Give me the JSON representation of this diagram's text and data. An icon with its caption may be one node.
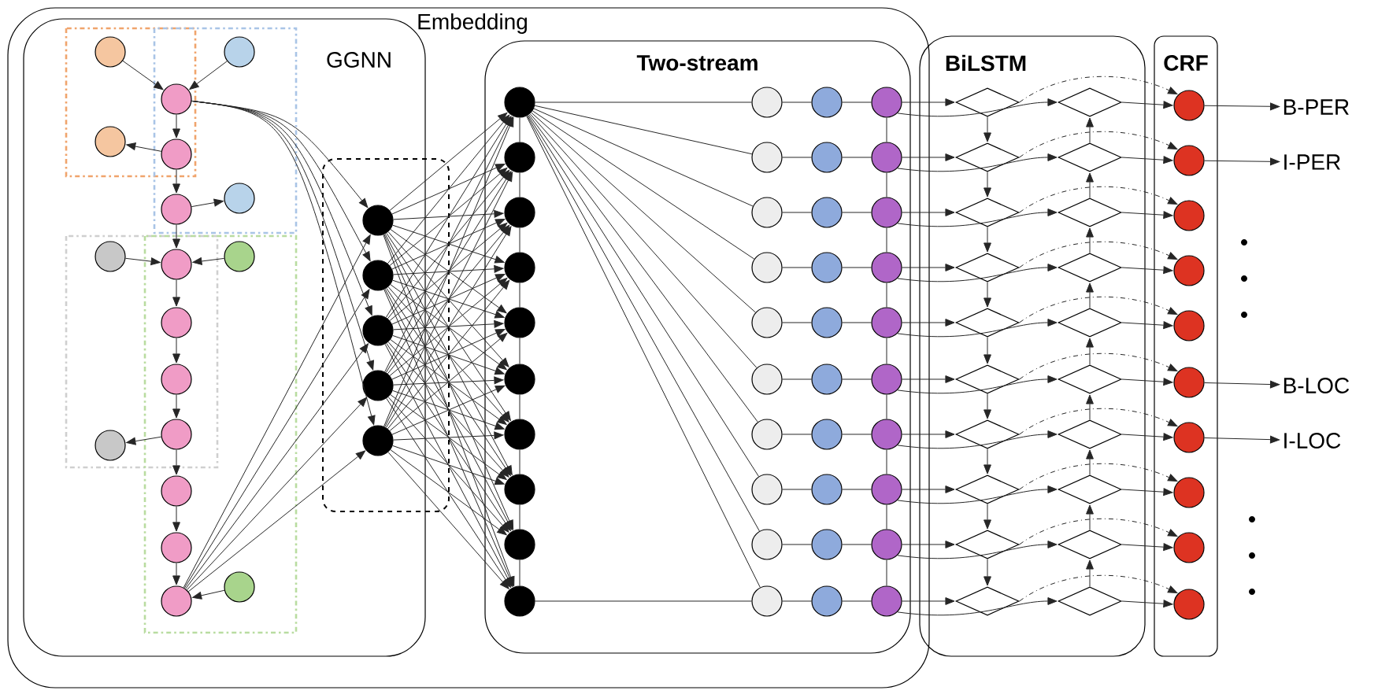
{
  "diagram": {
    "nodes": [
      {
        "text": [
          "Embedding"
        ]
      },
      {
        "text": [
          "GGNN"
        ],
        "in": 0
      },
      {
        "text": [
          "Two-stream"
        ],
        "in": 0
      },
      {
        "text": [
          "BiLSTM"
        ]
      },
      {
        "text": [
          "CRF"
        ]
      },
      {
        "text": [],
        "shape": "box",
        "in": 0
      },
      {
        "text": [],
        "shape": "circle",
        "in": 1
      },
      {
        "text": [],
        "shape": "circle",
        "in": 1
      },
      {
        "text": [],
        "shape": "circle",
        "in": 1
      },
      {
        "text": [],
        "shape": "circle",
        "in": 1
      },
      {
        "text": [],
        "shape": "circle",
        "in": 1
      },
      {
        "text": [],
        "shape": "circle",
        "in": 1
      },
      {
        "text": [],
        "shape": "circle",
        "in": 1
      },
      {
        "text": [],
        "shape": "circle",
        "in": 1
      },
      {
        "text": [],
        "shape": "circle",
        "in": 1
      },
      {
        "text": [],
        "shape": "circle",
        "in": 1
      },
      {
        "text": [],
        "shape": "circle",
        "in": 1
      },
      {
        "text": [],
        "shape": "circle",
        "in": 1
      },
      {
        "text": [],
        "shape": "circle",
        "in": 1
      },
      {
        "text": [],
        "shape": "circle",
        "in": 1
      },
      {
        "text": [],
        "shape": "circle",
        "in": 1
      },
      {
        "text": [],
        "shape": "circle",
        "in": 1
      },
      {
        "text": [],
        "shape": "circle",
        "in": 1
      },
      {
        "text": [],
        "shape": "circle",
        "in": 1
      },
      {
        "text": [],
        "shape": "circle",
        "in": 5
      },
      {
        "text": [],
        "shape": "circle",
        "in": 5
      },
      {
        "text": [],
        "shape": "circle",
        "in": 5
      },
      {
        "text": [],
        "shape": "circle",
        "in": 5
      },
      {
        "text": [],
        "shape": "circle",
        "in": 5
      },
      {
        "text": [],
        "shape": "circle",
        "in": 2
      },
      {
        "text": [],
        "shape": "circle",
        "in": 2
      },
      {
        "text": [],
        "shape": "circle",
        "in": 2
      },
      {
        "text": [],
        "shape": "circle",
        "in": 2
      },
      {
        "text": [],
        "shape": "circle",
        "in": 2
      },
      {
        "text": [],
        "shape": "circle",
        "in": 2
      },
      {
        "text": [],
        "shape": "circle",
        "in": 2
      },
      {
        "text": [],
        "shape": "circle",
        "in": 2
      },
      {
        "text": [],
        "shape": "circle",
        "in": 2
      },
      {
        "text": [],
        "shape": "circle",
        "in": 2
      },
      {
        "text": [],
        "shape": "circle",
        "in": 2
      },
      {
        "text": [],
        "shape": "circle",
        "in": 2
      },
      {
        "text": [],
        "shape": "circle",
        "in": 2
      },
      {
        "text": [],
        "shape": "circle",
        "in": 2
      },
      {
        "text": [],
        "shape": "circle",
        "in": 2
      },
      {
        "text": [],
        "shape": "circle",
        "in": 2
      },
      {
        "text": [],
        "shape": "circle",
        "in": 2
      },
      {
        "text": [],
        "shape": "circle",
        "in": 2
      },
      {
        "text": [],
        "shape": "circle",
        "in": 2
      },
      {
        "text": [],
        "shape": "circle",
        "in": 2
      },
      {
        "text": [],
        "shape": "circle",
        "in": 2
      },
      {
        "text": [],
        "shape": "circle",
        "in": 2
      },
      {
        "text": [],
        "shape": "circle",
        "in": 2
      },
      {
        "text": [],
        "shape": "circle",
        "in": 2
      },
      {
        "text": [],
        "shape": "circle",
        "in": 2
      },
      {
        "text": [],
        "shape": "circle",
        "in": 2
      },
      {
        "text": [],
        "shape": "circle",
        "in": 2
      },
      {
        "text": [],
        "shape": "circle",
        "in": 2
      },
      {
        "text": [],
        "shape": "circle",
        "in": 2
      },
      {
        "text": [],
        "shape": "circle",
        "in": 2
      },
      {
        "text": [],
        "shape": "circle",
        "in": 2
      },
      {
        "text": [],
        "shape": "circle",
        "in": 2
      },
      {
        "text": [],
        "shape": "circle",
        "in": 2
      },
      {
        "text": [],
        "shape": "circle",
        "in": 2
      },
      {
        "text": [],
        "shape": "circle",
        "in": 2
      },
      {
        "text": [],
        "shape": "circle",
        "in": 2
      },
      {
        "text": [],
        "shape": "circle",
        "in": 2
      },
      {
        "text": [],
        "shape": "circle",
        "in": 2
      },
      {
        "text": [],
        "shape": "circle",
        "in": 2
      },
      {
        "text": [],
        "shape": "circle",
        "in": 2
      },
      {
        "text": [],
        "shape": "diamond",
        "in": 3
      },
      {
        "text": [],
        "shape": "diamond",
        "in": 3
      },
      {
        "text": [],
        "shape": "diamond",
        "in": 3
      },
      {
        "text": [],
        "shape": "diamond",
        "in": 3
      },
      {
        "text": [],
        "shape": "diamond",
        "in": 3
      },
      {
        "text": [],
        "shape": "diamond",
        "in": 3
      },
      {
        "text": [],
        "shape": "diamond",
        "in": 3
      },
      {
        "text": [],
        "shape": "diamond",
        "in": 3
      },
      {
        "text": [],
        "shape": "diamond",
        "in": 3
      },
      {
        "text": [],
        "shape": "diamond",
        "in": 3
      },
      {
        "text": [],
        "shape": "diamond",
        "in": 3
      },
      {
        "text": [],
        "shape": "diamond",
        "in": 3
      },
      {
        "text": [],
        "shape": "diamond",
        "in": 3
      },
      {
        "text": [],
        "shape": "diamond",
        "in": 3
      },
      {
        "text": [],
        "shape": "diamond",
        "in": 3
      },
      {
        "text": [],
        "shape": "diamond",
        "in": 3
      },
      {
        "text": [],
        "shape": "diamond",
        "in": 3
      },
      {
        "text": [],
        "shape": "diamond",
        "in": 3
      },
      {
        "text": [],
        "shape": "diamond",
        "in": 3
      },
      {
        "text": [],
        "shape": "diamond",
        "in": 3
      },
      {
        "text": [],
        "shape": "circle",
        "in": 4
      },
      {
        "text": [],
        "shape": "circle",
        "in": 4
      },
      {
        "text": [],
        "shape": "circle",
        "in": 4
      },
      {
        "text": [],
        "shape": "circle",
        "in": 4
      },
      {
        "text": [],
        "shape": "circle",
        "in": 4
      },
      {
        "text": [],
        "shape": "circle",
        "in": 4
      },
      {
        "text": [],
        "shape": "circle",
        "in": 4
      },
      {
        "text": [],
        "shape": "circle",
        "in": 4
      },
      {
        "text": [],
        "shape": "circle",
        "in": 4
      },
      {
        "text": [],
        "shape": "circle",
        "in": 4
      },
      {
        "text": [
          "B-PER"
        ]
      },
      {
        "text": [
          "I-PER"
        ]
      },
      {
        "text": [
          "B-LOC"
        ]
      },
      {
        "text": [
          "I-LOC"
        ]
      }
    ],
    "edges": [
      {
        "from": 6,
        "to": 8,
        "arrow": "to"
      },
      {
        "from": 7,
        "to": 8,
        "arrow": "to"
      },
      {
        "from": 8,
        "to": 10,
        "arrow": "to"
      },
      {
        "from": 10,
        "to": 9,
        "arrow": "to"
      },
      {
        "from": 10,
        "to": 11,
        "arrow": "to"
      },
      {
        "from": 11,
        "to": 12,
        "arrow": "to"
      },
      {
        "from": 11,
        "to": 14,
        "arrow": "to"
      },
      {
        "from": 13,
        "to": 14,
        "arrow": "to"
      },
      {
        "from": 15,
        "to": 14,
        "arrow": "to"
      },
      {
        "from": 14,
        "to": 16,
        "arrow": "to"
      },
      {
        "from": 16,
        "to": 17,
        "arrow": "to"
      },
      {
        "from": 17,
        "to": 18,
        "arrow": "to"
      },
      {
        "from": 18,
        "to": 19,
        "arrow": "to"
      },
      {
        "from": 18,
        "to": 20,
        "arrow": "to"
      },
      {
        "from": 20,
        "to": 21,
        "arrow": "to"
      },
      {
        "from": 21,
        "to": 22,
        "arrow": "to"
      },
      {
        "from": 23,
        "to": 22,
        "arrow": "to"
      },
      {
        "from": 8,
        "to": 24,
        "arrow": "to"
      },
      {
        "from": 8,
        "to": 25,
        "arrow": "to"
      },
      {
        "from": 8,
        "to": 26,
        "arrow": "to"
      },
      {
        "from": 8,
        "to": 27,
        "arrow": "to"
      },
      {
        "from": 8,
        "to": 28,
        "arrow": "to"
      },
      {
        "from": 22,
        "to": 24,
        "arrow": "to"
      },
      {
        "from": 22,
        "to": 25,
        "arrow": "to"
      },
      {
        "from": 22,
        "to": 26,
        "arrow": "to"
      },
      {
        "from": 22,
        "to": 27,
        "arrow": "to"
      },
      {
        "from": 22,
        "to": 28,
        "arrow": "to"
      },
      {
        "from": 24,
        "to": 29,
        "arrow": "to"
      },
      {
        "from": 24,
        "to": 30,
        "arrow": "to"
      },
      {
        "from": 24,
        "to": 31,
        "arrow": "to"
      },
      {
        "from": 24,
        "to": 32,
        "arrow": "to"
      },
      {
        "from": 24,
        "to": 33,
        "arrow": "to"
      },
      {
        "from": 24,
        "to": 34,
        "arrow": "to"
      },
      {
        "from": 24,
        "to": 35,
        "arrow": "to"
      },
      {
        "from": 24,
        "to": 36,
        "arrow": "to"
      },
      {
        "from": 24,
        "to": 37,
        "arrow": "to"
      },
      {
        "from": 24,
        "to": 38,
        "arrow": "to"
      },
      {
        "from": 25,
        "to": 29,
        "arrow": "to"
      },
      {
        "from": 25,
        "to": 30,
        "arrow": "to"
      },
      {
        "from": 25,
        "to": 31,
        "arrow": "to"
      },
      {
        "from": 25,
        "to": 32,
        "arrow": "to"
      },
      {
        "from": 25,
        "to": 33,
        "arrow": "to"
      },
      {
        "from": 25,
        "to": 34,
        "arrow": "to"
      },
      {
        "from": 25,
        "to": 35,
        "arrow": "to"
      },
      {
        "from": 25,
        "to": 36,
        "arrow": "to"
      },
      {
        "from": 25,
        "to": 37,
        "arrow": "to"
      },
      {
        "from": 25,
        "to": 38,
        "arrow": "to"
      },
      {
        "from": 26,
        "to": 29,
        "arrow": "to"
      },
      {
        "from": 26,
        "to": 30,
        "arrow": "to"
      },
      {
        "from": 26,
        "to": 31,
        "arrow": "to"
      },
      {
        "from": 26,
        "to": 32,
        "arrow": "to"
      },
      {
        "from": 26,
        "to": 33,
        "arrow": "to"
      },
      {
        "from": 26,
        "to": 34,
        "arrow": "to"
      },
      {
        "from": 26,
        "to": 35,
        "arrow": "to"
      },
      {
        "from": 26,
        "to": 36,
        "arrow": "to"
      },
      {
        "from": 26,
        "to": 37,
        "arrow": "to"
      },
      {
        "from": 26,
        "to": 38,
        "arrow": "to"
      },
      {
        "from": 27,
        "to": 29,
        "arrow": "to"
      },
      {
        "from": 27,
        "to": 30,
        "arrow": "to"
      },
      {
        "from": 27,
        "to": 31,
        "arrow": "to"
      },
      {
        "from": 27,
        "to": 32,
        "arrow": "to"
      },
      {
        "from": 27,
        "to": 33,
        "arrow": "to"
      },
      {
        "from": 27,
        "to": 34,
        "arrow": "to"
      },
      {
        "from": 27,
        "to": 35,
        "arrow": "to"
      },
      {
        "from": 27,
        "to": 36,
        "arrow": "to"
      },
      {
        "from": 27,
        "to": 37,
        "arrow": "to"
      },
      {
        "from": 27,
        "to": 38,
        "arrow": "to"
      },
      {
        "from": 28,
        "to": 29,
        "arrow": "to"
      },
      {
        "from": 28,
        "to": 30,
        "arrow": "to"
      },
      {
        "from": 28,
        "to": 31,
        "arrow": "to"
      },
      {
        "from": 28,
        "to": 32,
        "arrow": "to"
      },
      {
        "from": 28,
        "to": 33,
        "arrow": "to"
      },
      {
        "from": 28,
        "to": 34,
        "arrow": "to"
      },
      {
        "from": 28,
        "to": 35,
        "arrow": "to"
      },
      {
        "from": 28,
        "to": 36,
        "arrow": "to"
      },
      {
        "from": 28,
        "to": 37,
        "arrow": "to"
      },
      {
        "from": 28,
        "to": 38,
        "arrow": "to"
      },
      {
        "from": 29,
        "to": 30,
        "arrow": "none"
      },
      {
        "from": 30,
        "to": 31,
        "arrow": "none"
      },
      {
        "from": 31,
        "to": 32,
        "arrow": "none"
      },
      {
        "from": 32,
        "to": 33,
        "arrow": "none"
      },
      {
        "from": 33,
        "to": 34,
        "arrow": "none"
      },
      {
        "from": 34,
        "to": 35,
        "arrow": "none"
      },
      {
        "from": 35,
        "to": 36,
        "arrow": "none"
      },
      {
        "from": 36,
        "to": 37,
        "arrow": "none"
      },
      {
        "from": 37,
        "to": 38,
        "arrow": "none"
      },
      {
        "from": 29,
        "to": 39,
        "arrow": "none"
      },
      {
        "from": 29,
        "to": 40,
        "arrow": "none"
      },
      {
        "from": 29,
        "to": 41,
        "arrow": "none"
      },
      {
        "from": 29,
        "to": 42,
        "arrow": "none"
      },
      {
        "from": 29,
        "to": 43,
        "arrow": "none"
      },
      {
        "from": 29,
        "to": 44,
        "arrow": "none"
      },
      {
        "from": 29,
        "to": 45,
        "arrow": "none"
      },
      {
        "from": 29,
        "to": 46,
        "arrow": "none"
      },
      {
        "from": 29,
        "to": 47,
        "arrow": "none"
      },
      {
        "from": 29,
        "to": 48,
        "arrow": "none"
      },
      {
        "from": 38,
        "to": 48,
        "arrow": "none"
      },
      {
        "from": 39,
        "to": 49,
        "arrow": "none"
      },
      {
        "from": 40,
        "to": 50,
        "arrow": "none"
      },
      {
        "from": 41,
        "to": 51,
        "arrow": "none"
      },
      {
        "from": 42,
        "to": 52,
        "arrow": "none"
      },
      {
        "from": 43,
        "to": 53,
        "arrow": "none"
      },
      {
        "from": 44,
        "to": 54,
        "arrow": "none"
      },
      {
        "from": 45,
        "to": 55,
        "arrow": "none"
      },
      {
        "from": 46,
        "to": 56,
        "arrow": "none"
      },
      {
        "from": 47,
        "to": 57,
        "arrow": "none"
      },
      {
        "from": 48,
        "to": 58,
        "arrow": "none"
      },
      {
        "from": 49,
        "to": 59,
        "arrow": "none"
      },
      {
        "from": 50,
        "to": 60,
        "arrow": "none"
      },
      {
        "from": 51,
        "to": 61,
        "arrow": "none"
      },
      {
        "from": 52,
        "to": 62,
        "arrow": "none"
      },
      {
        "from": 53,
        "to": 63,
        "arrow": "none"
      },
      {
        "from": 54,
        "to": 64,
        "arrow": "none"
      },
      {
        "from": 55,
        "to": 65,
        "arrow": "none"
      },
      {
        "from": 56,
        "to": 66,
        "arrow": "none"
      },
      {
        "from": 57,
        "to": 67,
        "arrow": "none"
      },
      {
        "from": 58,
        "to": 68,
        "arrow": "none"
      },
      {
        "from": 59,
        "to": 60,
        "arrow": "none"
      },
      {
        "from": 60,
        "to": 61,
        "arrow": "none"
      },
      {
        "from": 61,
        "to": 62,
        "arrow": "none"
      },
      {
        "from": 62,
        "to": 63,
        "arrow": "none"
      },
      {
        "from": 63,
        "to": 64,
        "arrow": "none"
      },
      {
        "from": 64,
        "to": 65,
        "arrow": "none"
      },
      {
        "from": 65,
        "to": 66,
        "arrow": "none"
      },
      {
        "from": 66,
        "to": 67,
        "arrow": "none"
      },
      {
        "from": 67,
        "to": 68,
        "arrow": "none"
      },
      {
        "from": 59,
        "to": 69,
        "arrow": "to"
      },
      {
        "from": 60,
        "to": 70,
        "arrow": "to"
      },
      {
        "from": 61,
        "to": 71,
        "arrow": "to"
      },
      {
        "from": 62,
        "to": 72,
        "arrow": "to"
      },
      {
        "from": 63,
        "to": 73,
        "arrow": "to"
      },
      {
        "from": 64,
        "to": 74,
        "arrow": "to"
      },
      {
        "from": 65,
        "to": 75,
        "arrow": "to"
      },
      {
        "from": 66,
        "to": 76,
        "arrow": "to"
      },
      {
        "from": 67,
        "to": 77,
        "arrow": "to"
      },
      {
        "from": 68,
        "to": 78,
        "arrow": "to"
      },
      {
        "from": 59,
        "to": 79,
        "arrow": "to"
      },
      {
        "from": 60,
        "to": 80,
        "arrow": "to"
      },
      {
        "from": 61,
        "to": 81,
        "arrow": "to"
      },
      {
        "from": 62,
        "to": 82,
        "arrow": "to"
      },
      {
        "from": 63,
        "to": 83,
        "arrow": "to"
      },
      {
        "from": 64,
        "to": 84,
        "arrow": "to"
      },
      {
        "from": 65,
        "to": 85,
        "arrow": "to"
      },
      {
        "from": 66,
        "to": 86,
        "arrow": "to"
      },
      {
        "from": 67,
        "to": 87,
        "arrow": "to"
      },
      {
        "from": 68,
        "to": 88,
        "arrow": "to"
      },
      {
        "from": 69,
        "to": 70,
        "arrow": "to"
      },
      {
        "from": 70,
        "to": 71,
        "arrow": "to"
      },
      {
        "from": 71,
        "to": 72,
        "arrow": "to"
      },
      {
        "from": 72,
        "to": 73,
        "arrow": "to"
      },
      {
        "from": 73,
        "to": 74,
        "arrow": "to"
      },
      {
        "from": 74,
        "to": 75,
        "arrow": "to"
      },
      {
        "from": 75,
        "to": 76,
        "arrow": "to"
      },
      {
        "from": 76,
        "to": 77,
        "arrow": "to"
      },
      {
        "from": 77,
        "to": 78,
        "arrow": "to"
      },
      {
        "from": 80,
        "to": 79,
        "arrow": "to"
      },
      {
        "from": 81,
        "to": 80,
        "arrow": "to"
      },
      {
        "from": 82,
        "to": 81,
        "arrow": "to"
      },
      {
        "from": 83,
        "to": 82,
        "arrow": "to"
      },
      {
        "from": 84,
        "to": 83,
        "arrow": "to"
      },
      {
        "from": 85,
        "to": 84,
        "arrow": "to"
      },
      {
        "from": 86,
        "to": 85,
        "arrow": "to"
      },
      {
        "from": 87,
        "to": 86,
        "arrow": "to"
      },
      {
        "from": 88,
        "to": 87,
        "arrow": "to"
      },
      {
        "from": 69,
        "to": 89,
        "arrow": "to",
        "style": "dashed"
      },
      {
        "from": 70,
        "to": 90,
        "arrow": "to",
        "style": "dashed"
      },
      {
        "from": 71,
        "to": 91,
        "arrow": "to",
        "style": "dashed"
      },
      {
        "from": 72,
        "to": 92,
        "arrow": "to",
        "style": "dashed"
      },
      {
        "from": 73,
        "to": 93,
        "arrow": "to",
        "style": "dashed"
      },
      {
        "from": 74,
        "to": 94,
        "arrow": "to",
        "style": "dashed"
      },
      {
        "from": 75,
        "to": 95,
        "arrow": "to",
        "style": "dashed"
      },
      {
        "from": 76,
        "to": 96,
        "arrow": "to",
        "style": "dashed"
      },
      {
        "from": 77,
        "to": 97,
        "arrow": "to",
        "style": "dashed"
      },
      {
        "from": 78,
        "to": 98,
        "arrow": "to",
        "style": "dashed"
      },
      {
        "from": 79,
        "to": 89,
        "arrow": "to"
      },
      {
        "from": 80,
        "to": 90,
        "arrow": "to"
      },
      {
        "from": 81,
        "to": 91,
        "arrow": "to"
      },
      {
        "from": 82,
        "to": 92,
        "arrow": "to"
      },
      {
        "from": 83,
        "to": 93,
        "arrow": "to"
      },
      {
        "from": 84,
        "to": 94,
        "arrow": "to"
      },
      {
        "from": 85,
        "to": 95,
        "arrow": "to"
      },
      {
        "from": 86,
        "to": 96,
        "arrow": "to"
      },
      {
        "from": 87,
        "to": 97,
        "arrow": "to"
      },
      {
        "from": 88,
        "to": 98,
        "arrow": "to"
      },
      {
        "from": 89,
        "to": 99,
        "arrow": "to"
      },
      {
        "from": 90,
        "to": 100,
        "arrow": "to"
      },
      {
        "from": 94,
        "to": 101,
        "arrow": "to"
      },
      {
        "from": 95,
        "to": 102,
        "arrow": "to"
      }
    ]
  }
}
